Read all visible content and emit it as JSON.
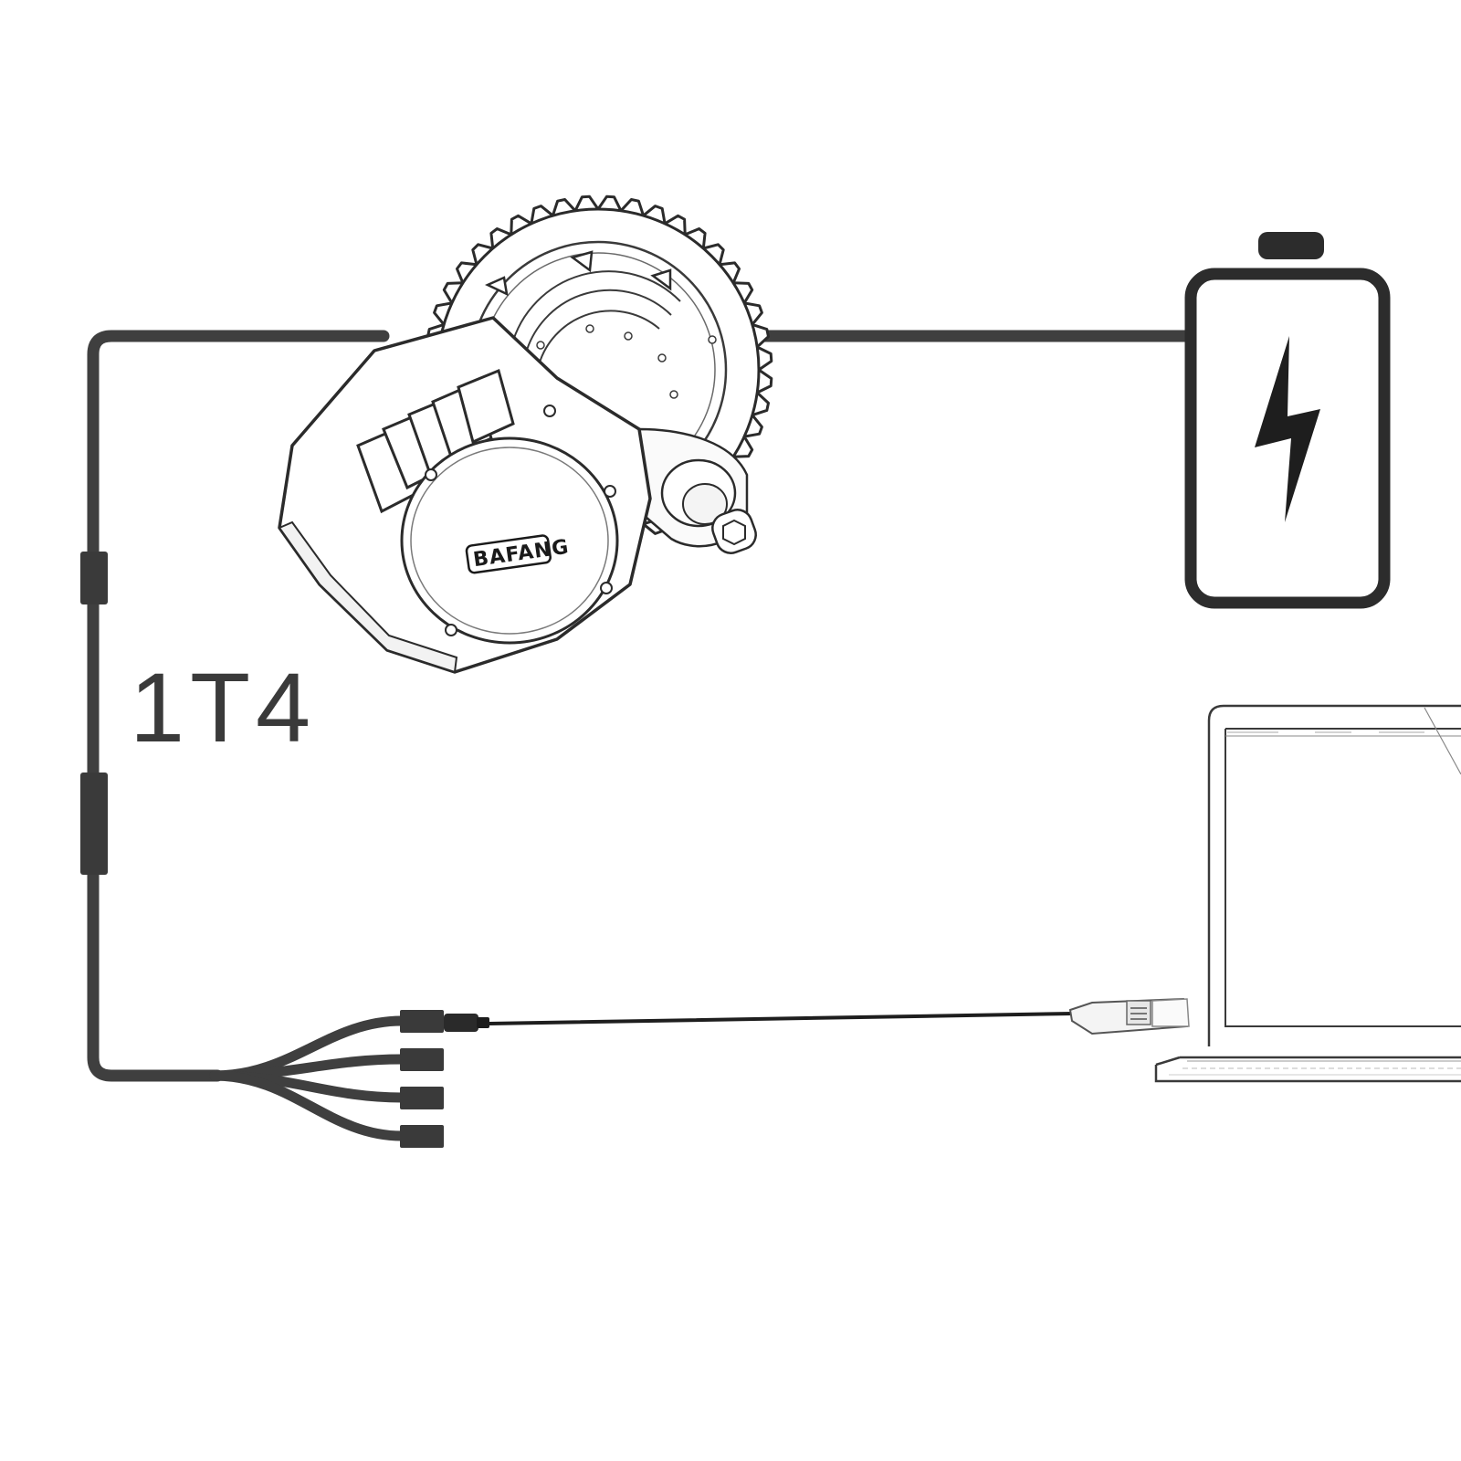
{
  "diagram": {
    "cable_label": "1T4",
    "motor": {
      "brand": "BAFANG"
    },
    "components": {
      "motor": "motor",
      "battery": "battery",
      "laptop": "laptop",
      "usb_programming_cable": "usb-programming-cable",
      "splitter": "1t4-splitter"
    },
    "colors": {
      "wire": "#3f3f3f",
      "thin_cable": "#1e1e1e",
      "outline": "#2b2b2b",
      "background": "#ffffff"
    }
  }
}
